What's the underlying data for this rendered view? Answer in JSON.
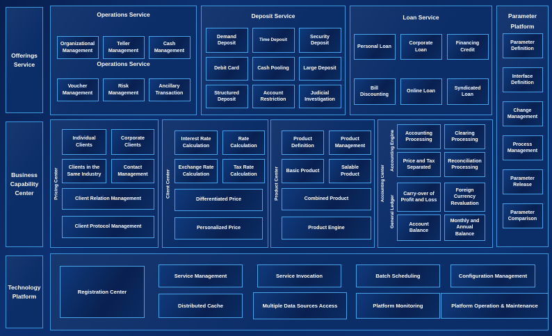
{
  "palette": {
    "background": "#0a2a63",
    "section_fill": "#0b2d68",
    "box_fill": "#092050",
    "border_blue": "#4aa3e8",
    "text": "#ffffff"
  },
  "left_rail": {
    "offerings": "Offerings Service",
    "business_capability": "Business Capability Center",
    "technology": "Technology Platform"
  },
  "operations_service": {
    "title": "Operations Service",
    "mid_title": "Operations Service",
    "row1": [
      "Organizational Management",
      "Teller Management",
      "Cash Management"
    ],
    "row2": [
      "Voucher Management",
      "Risk Management",
      "Ancillary Transaction"
    ]
  },
  "deposit_service": {
    "title": "Deposit Service",
    "rows": [
      [
        "Demand Deposit",
        "Time Deposit",
        "Security Deposit"
      ],
      [
        "Debit Card",
        "Cash Pooling",
        "Large Deposit"
      ],
      [
        "Structured Deposit",
        "Account Restriction",
        "Judicial Investigation"
      ]
    ]
  },
  "loan_service": {
    "title": "Loan Service",
    "rows": [
      [
        "Personal Loan",
        "Corporate Loan",
        "Financing Credit"
      ],
      [
        "Bill Discounting",
        "Online Loan",
        "Syndicated Loan"
      ]
    ]
  },
  "parameter_platform": {
    "title": "Parameter Platform",
    "items": [
      "Parameter Definition",
      "Interface Definition",
      "Change Management",
      "Process Management",
      "Parameter Release",
      "Parameter Comparison"
    ]
  },
  "pricing_center": {
    "label": "Pricing Center",
    "grid": [
      "Individual Clients",
      "Corporate Clients",
      "Clients in the Same Industry",
      "Contact Management"
    ],
    "wide": [
      "Client Relation Management",
      "Client Protocol Management"
    ]
  },
  "client_center": {
    "label": "Client Center",
    "grid": [
      "Interest Rate Calculation",
      "Rate Calculation",
      "Exchange Rate Calculation",
      "Tax Rate Calculation"
    ],
    "wide": [
      "Differentiated Price",
      "Personalized Price"
    ]
  },
  "product_center": {
    "label": "Product Center",
    "grid": [
      "Product Definition",
      "Product Management",
      "Basic Product",
      "Salable Product"
    ],
    "wide": [
      "Combined Product",
      "Product Engine"
    ]
  },
  "accounting_center": {
    "label": "Accounting Center",
    "engine": {
      "label": "Accounting Engine",
      "grid": [
        "Accounting Processing",
        "Clearing Processing",
        "Price and Tax Separated",
        "Reconciliation Processing"
      ]
    },
    "ledger": {
      "label": "General Ledger",
      "grid": [
        "Carry-over of Profit and Loss",
        "Foreign Currency Revaluation",
        "Account Balance",
        "Monthly and Annual Balance"
      ]
    }
  },
  "technology_platform": {
    "registration": "Registration Center",
    "columns": [
      [
        "Service Management",
        "Distributed Cache"
      ],
      [
        "Service Invocation",
        "Multiple Data Sources Access"
      ],
      [
        "Batch Scheduling",
        "Platform Monitoring"
      ],
      [
        "Configuration Management",
        "Platform Operation & Maintenance"
      ]
    ]
  }
}
